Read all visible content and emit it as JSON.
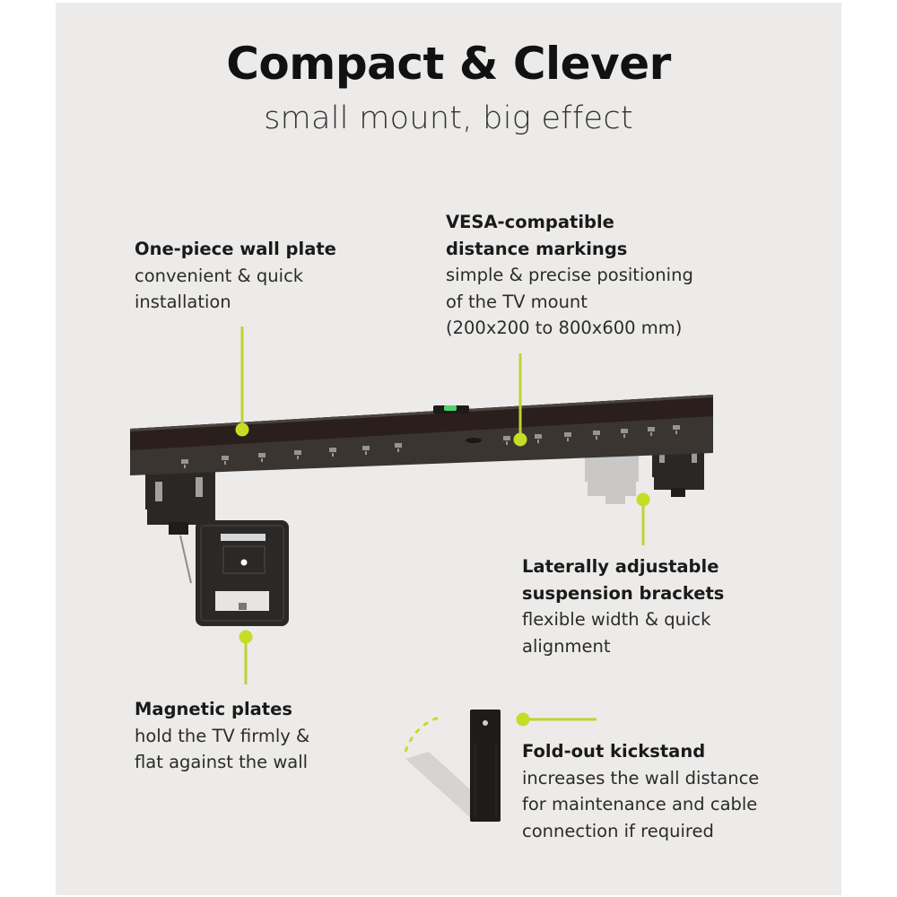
{
  "header": {
    "title": "Compact & Clever",
    "subtitle": "small mount, big effect"
  },
  "features": [
    {
      "id": "wall-plate",
      "heading": "One-piece wall plate",
      "description_lines": [
        "convenient & quick",
        "installation"
      ]
    },
    {
      "id": "vesa-markings",
      "heading_lines": [
        "VESA-compatible",
        "distance markings"
      ],
      "description_lines": [
        "simple & precise positioning",
        "of the TV mount",
        "(200x200 to 800x600 mm)"
      ]
    },
    {
      "id": "suspension-brackets",
      "heading_lines": [
        "Laterally adjustable",
        "suspension brackets"
      ],
      "description_lines": [
        "flexible width & quick",
        "alignment"
      ]
    },
    {
      "id": "magnetic-plates",
      "heading": "Magnetic plates",
      "description_lines": [
        "hold the TV firmly &",
        "flat against the wall"
      ]
    },
    {
      "id": "kickstand",
      "heading": "Fold-out kickstand",
      "description_lines": [
        "increases the wall distance",
        "for maintenance and cable",
        "connection if required"
      ]
    }
  ],
  "colors": {
    "background": "#ecebe9",
    "accent": "#c7dc25",
    "mount": "#3a3531",
    "text": "#2b2b2b"
  }
}
